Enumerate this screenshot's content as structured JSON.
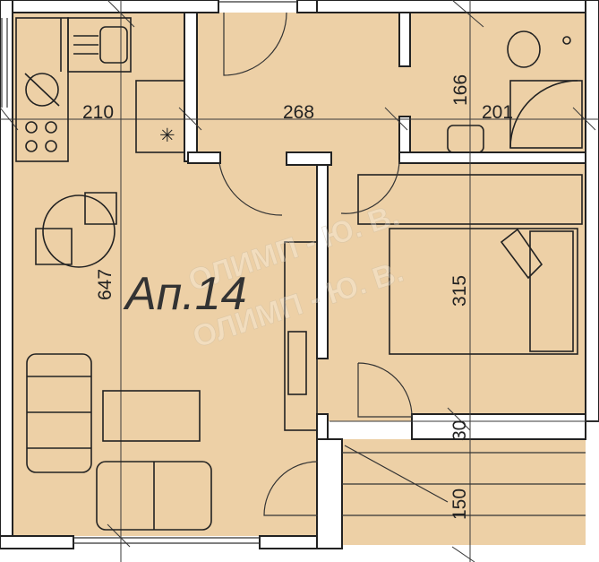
{
  "plan": {
    "apartment_label": "Ап.14",
    "watermark": [
      "ОЛИМП - Ю. В.",
      "ОЛИМП - Ю. В."
    ],
    "dimensions": {
      "kitchen_width": "210",
      "hall_width": "268",
      "wc_width": "166",
      "bath_width": "201",
      "living_length": "647",
      "bedroom_length": "315",
      "wall_depth": "30",
      "terrace_depth": "150"
    },
    "colors": {
      "floor": "#edd0a6",
      "wall": "#ffffff",
      "line": "#222222"
    }
  }
}
